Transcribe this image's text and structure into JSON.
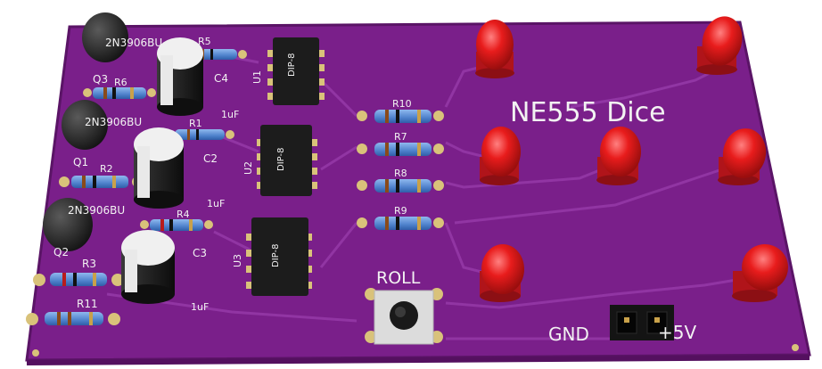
{
  "colors": {
    "board": "#7a1f8a",
    "board_edge": "#5a1466",
    "trace": "#8c2e9c",
    "silkscreen": "#f2f2f2",
    "pad": "#d9c27a",
    "led_red": "#e01e1e",
    "resistor_body": "#5b8fd6",
    "ic_body": "#1c1c1c",
    "cap_body": "#1e1e1e",
    "cap_stripe": "#f0f0f0"
  },
  "board": {
    "title": "NE555 Dice",
    "button_label": "ROLL",
    "power_labels": {
      "gnd": "GND",
      "vcc": "+5V"
    }
  },
  "ics": [
    {
      "ref": "U1",
      "package": "DIP-8"
    },
    {
      "ref": "U2",
      "package": "DIP-8"
    },
    {
      "ref": "U3",
      "package": "DIP-8"
    }
  ],
  "capacitors": [
    {
      "ref": "C4",
      "value": "1uF"
    },
    {
      "ref": "C2",
      "value": "1uF"
    },
    {
      "ref": "C3",
      "value": "1uF"
    }
  ],
  "transistors": [
    {
      "ref": "Q3",
      "part": "2N3906BU"
    },
    {
      "ref": "Q1",
      "part": "2N3906BU"
    },
    {
      "ref": "Q2",
      "part": "2N3906BU"
    }
  ],
  "resistors_left": [
    "R5",
    "R6",
    "R1",
    "R2",
    "R4",
    "R3",
    "R11"
  ],
  "resistors_right": [
    "R10",
    "R7",
    "R8",
    "R9"
  ]
}
